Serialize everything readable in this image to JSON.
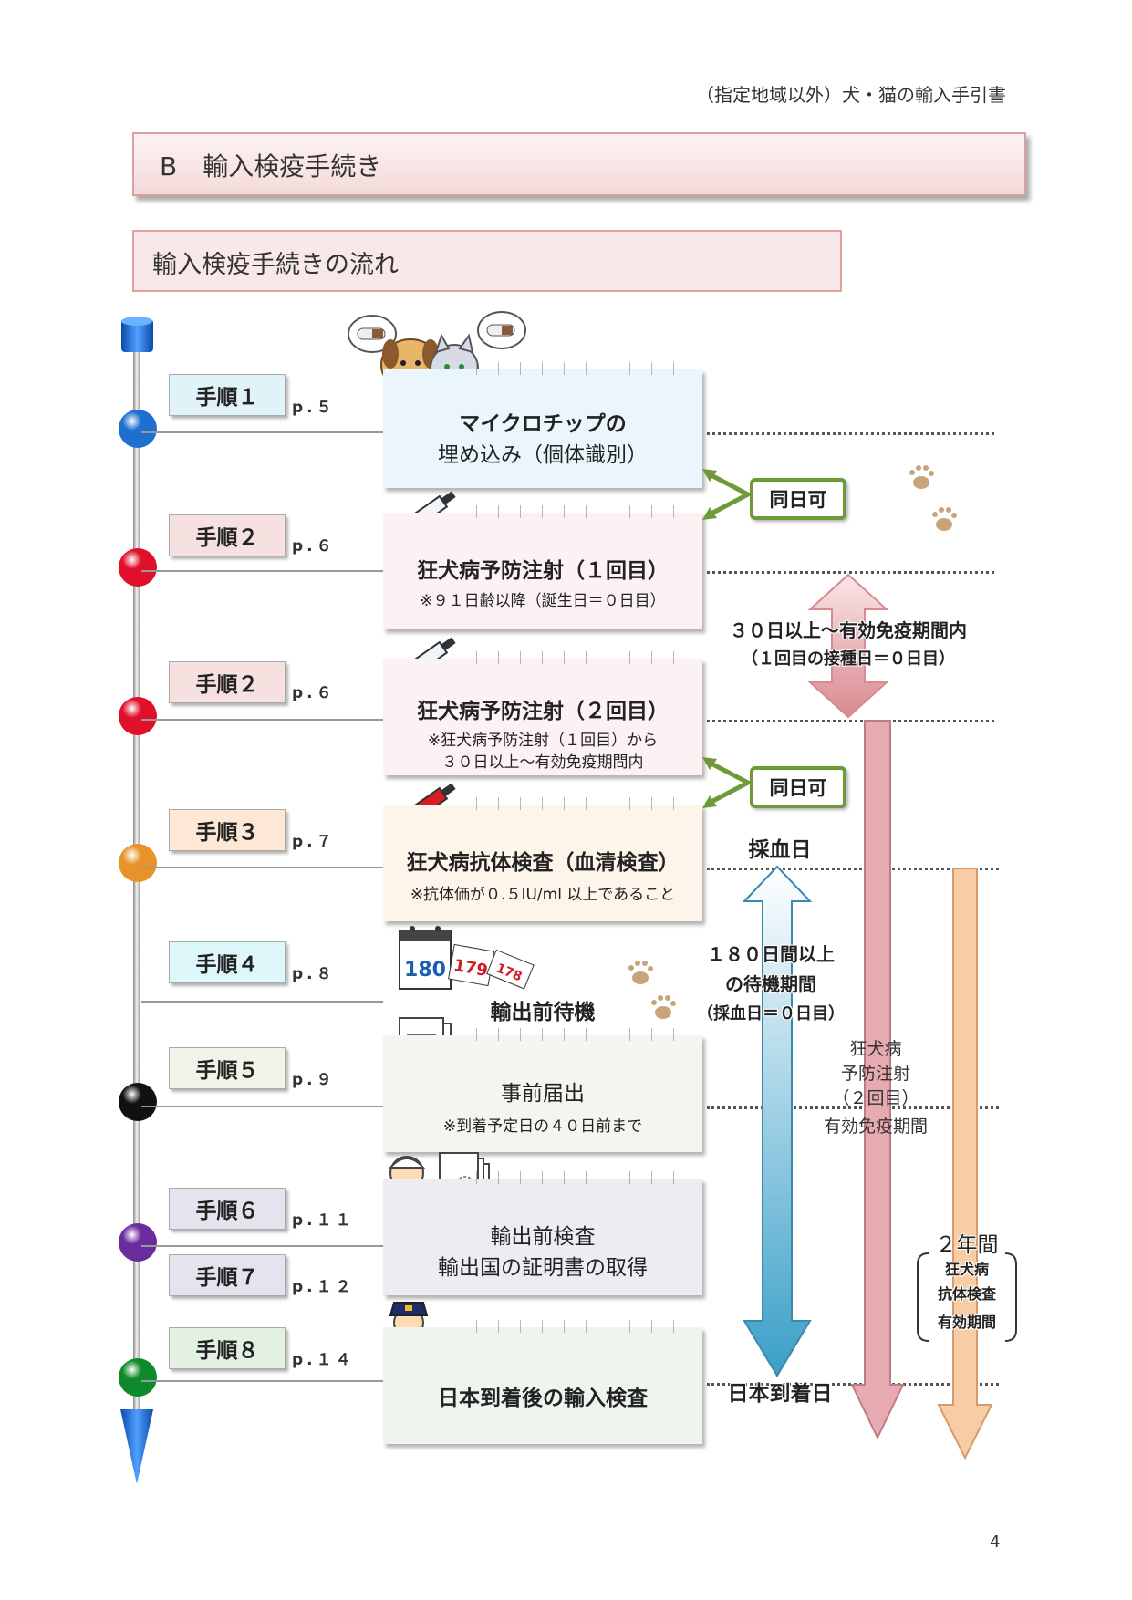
{
  "header": {
    "doc_title": "（指定地域以外）犬・猫の輸入手引書"
  },
  "section": {
    "title": "B　輸入検疫手続き"
  },
  "flow": {
    "title": "輸入検疫手続きの流れ"
  },
  "steps": [
    {
      "label": "手順１",
      "page": "p.５",
      "color": "#dff3f8"
    },
    {
      "label": "手順２",
      "page": "p.６",
      "color": "#f6e0e0"
    },
    {
      "label": "手順２",
      "page": "p.６",
      "color": "#f6e0e0"
    },
    {
      "label": "手順３",
      "page": "p.７",
      "color": "#fce8d5"
    },
    {
      "label": "手順４",
      "page": "p.８",
      "color": "#def7fa"
    },
    {
      "label": "手順５",
      "page": "p.９",
      "color": "#f2f2e8"
    },
    {
      "label": "手順６",
      "page": "p.１１",
      "color": "#e7e3ee"
    },
    {
      "label": "手順７",
      "page": "p.１２",
      "color": "#e7e3ee"
    },
    {
      "label": "手順８",
      "page": "p.１４",
      "color": "#e3f1e3"
    }
  ],
  "cards": {
    "microchip": {
      "line1": "マイクロチップの",
      "line2": "埋め込み（個体識別）"
    },
    "rabies1": {
      "line1": "狂犬病予防注射（１回目）",
      "line2": "※９１日齢以降（誕生日＝０日目）"
    },
    "rabies2": {
      "line1": "狂犬病予防注射（２回目）",
      "line2": "※狂犬病予防注射（１回目）から",
      "line3": "３０日以上～有効免疫期間内"
    },
    "antibody": {
      "line1": "狂犬病抗体検査（血清検査）",
      "line2": "※抗体価が０.５IU/ml 以上であること"
    },
    "waiting": {
      "line1": "輸出前待機",
      "calendar": [
        "180",
        "179",
        "178"
      ]
    },
    "notice": {
      "line1": "事前届出",
      "line2": "※到着予定日の４０日前まで"
    },
    "export_inspection": {
      "line1": "輸出前検査",
      "line2": "輸出国の証明書の取得"
    },
    "arrival": {
      "line1": "日本到着後の輸入検査"
    }
  },
  "annotations": {
    "same_day_1": "同日可",
    "same_day_2": "同日可",
    "interval_line1": "３０日以上～有効免疫期間内",
    "interval_line2": "（１回目の接種日＝０日目）",
    "blood_day": "採血日",
    "wait_line1": "１８０日間以上",
    "wait_line2": "の待機期間",
    "wait_line3": "（採血日＝０日目）",
    "rabies_period_1": "狂犬病",
    "rabies_period_2": "予防注射",
    "rabies_period_3": "（２回目）",
    "rabies_period_4": "有効免疫期間",
    "antibody_period_1": "２年間",
    "antibody_period_2": "狂犬病",
    "antibody_period_3": "抗体検査",
    "antibody_period_4": "有効期間",
    "arrival_day": "日本到着日"
  },
  "page_number": "4",
  "colors": {
    "ball_blue": "#1e6fd0",
    "ball_red": "#e0102a",
    "ball_orange": "#e8922a",
    "ball_black": "#111111",
    "ball_purple": "#6a2b9e",
    "ball_green": "#0f8a2a",
    "arrow_blue_top": "#ffffff",
    "arrow_blue_bottom": "#3a9fc8",
    "arrow_pink": "#e0a4a8",
    "arrow_orange": "#f6c49a",
    "badge_green": "#6e9a3a"
  }
}
